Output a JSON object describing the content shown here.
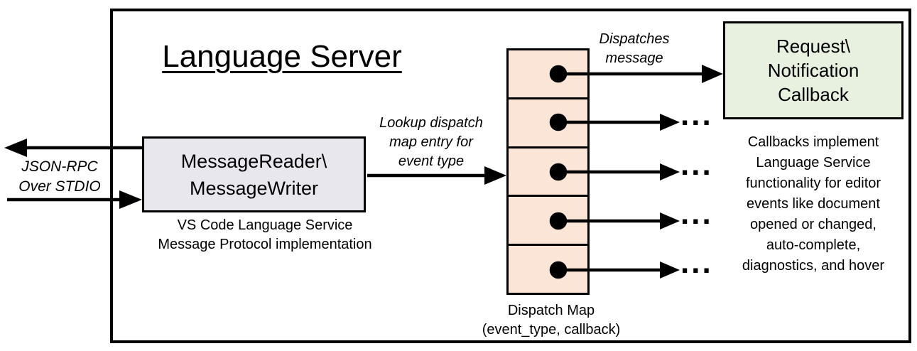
{
  "title": "Language Server",
  "stdio": {
    "label": "JSON-RPC\nOver STDIO"
  },
  "reader_box": {
    "label": "MessageReader\\\nMessageWriter",
    "caption": "VS Code Language Service\nMessage Protocol implementation"
  },
  "lookup_label": "Lookup dispatch\nmap entry for\nevent type",
  "dispatch_map": {
    "caption": "Dispatch Map\n(event_type, callback)",
    "cell_count": 5,
    "ellipsis": "..."
  },
  "dispatches_label": "Dispatches\nmessage",
  "callback_box": {
    "label": "Request\\\nNotification\nCallback"
  },
  "callbacks_note": "Callbacks implement\nLanguage Service\nfunctionality for editor\nevents like document\nopened or changed,\nauto-complete,\ndiagnostics, and hover",
  "colors": {
    "reader_box_fill": "#E9E7EE",
    "dispatch_cell_fill": "#FBE5D6",
    "callback_box_fill": "#E8F0DF",
    "line": "#000000",
    "background": "#FFFFFF"
  }
}
